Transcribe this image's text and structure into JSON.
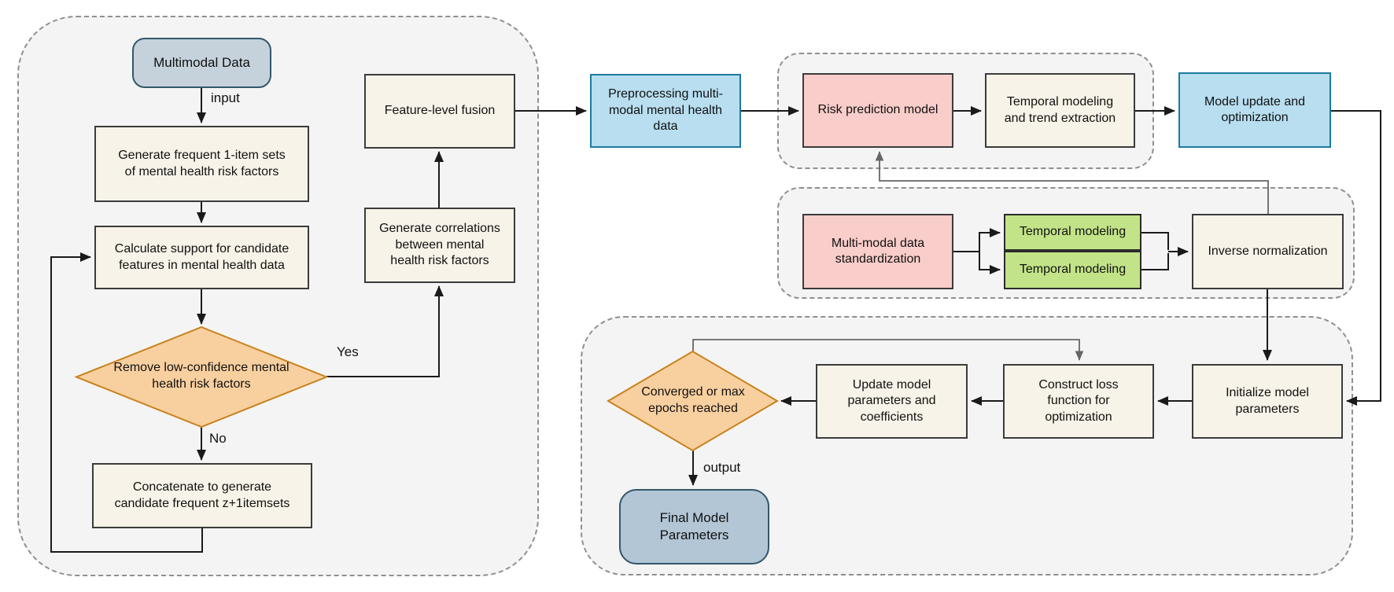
{
  "nodes": {
    "multimodal_data": "Multimodal Data",
    "generate_frequent": "Generate frequent 1-item sets of mental health risk factors",
    "calculate_support": "Calculate support for candidate features in mental health data",
    "remove_low_confidence": "Remove low-confidence mental health risk factors",
    "concatenate": "Concatenate to generate candidate frequent z+1itemsets",
    "feature_fusion": "Feature-level fusion",
    "generate_correlations": "Generate correlations between mental health risk factors",
    "preprocessing": "Preprocessing multi-modal mental health data",
    "risk_prediction": "Risk prediction model",
    "temporal_trend": "Temporal modeling and trend extraction",
    "model_update": "Model update and optimization",
    "standardization": "Multi-modal data standardization",
    "temporal_modeling_1": "Temporal modeling",
    "temporal_modeling_2": "Temporal modeling",
    "inverse_normalization": "Inverse normalization",
    "initialize_params": "Initialize model parameters",
    "construct_loss": "Construct loss function for optimization",
    "update_params": "Update model parameters and coefficients",
    "converged": "Converged or max epochs reached",
    "final_params": "Final Model Parameters"
  },
  "edge_labels": {
    "input": "input",
    "yes": "Yes",
    "no": "No",
    "output": "output"
  },
  "colors": {
    "container_fill": "#f4f4f4",
    "container_border": "#8f8f8f",
    "cream_fill": "#f7f3e8",
    "cream_border": "#3b3b3b",
    "pink_fill": "#f9cdca",
    "pink_border": "#3b3b3b",
    "green_fill": "#c3e388",
    "green_border": "#2b2b2b",
    "blue_fill": "#b8def0",
    "blue_border": "#1c7a9e",
    "term_start_fill": "#c5d2dc",
    "term_end_fill": "#b2c6d6",
    "term_border": "#33576b",
    "diamond_fill": "#f8cf9f",
    "diamond_border": "#c8821c",
    "edge": "#1a1a1a",
    "gray_edge": "#666666",
    "text": "#111111"
  }
}
